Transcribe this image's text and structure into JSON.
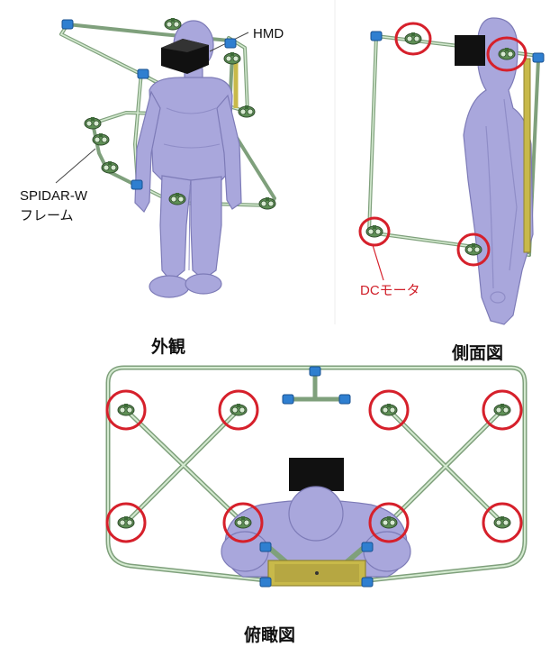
{
  "labels": {
    "hmd": "HMD",
    "spidar_line1": "SPIDAR-W",
    "spidar_line2": "フレーム",
    "dc_motor": "DCモータ",
    "view_exterior": "外観",
    "view_side": "側面図",
    "view_top": "俯瞰図"
  },
  "colors": {
    "frame": "#c7e3c3",
    "frame_edge": "#7fa07c",
    "body": "#a9a7dc",
    "body_edge": "#7d7bb7",
    "joint": "#2f7fd0",
    "hmd": "#111111",
    "highlight": "#d6202b",
    "bar": "#c8b94a"
  }
}
